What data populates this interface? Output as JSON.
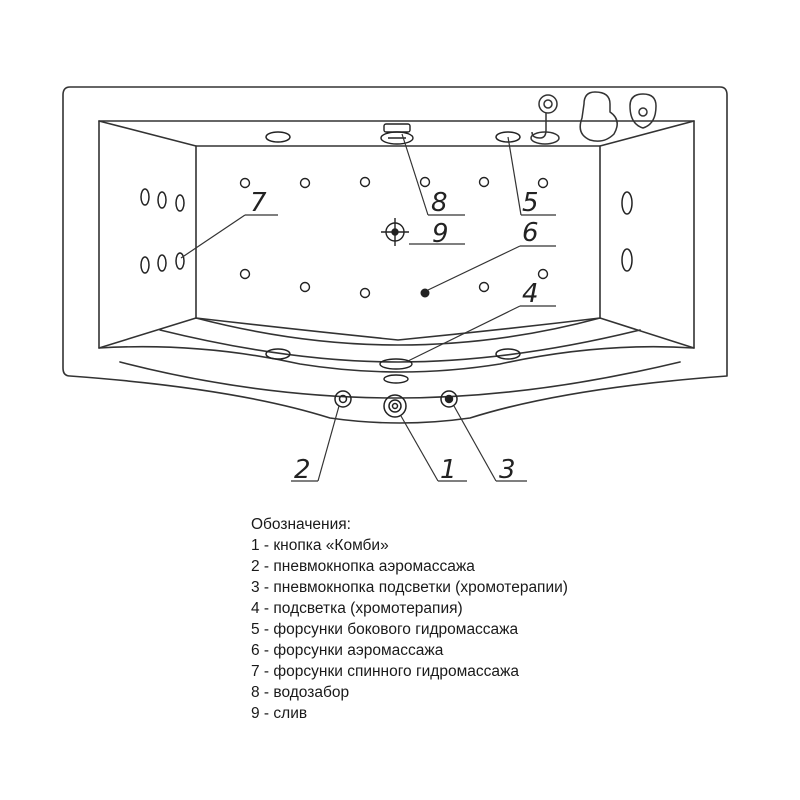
{
  "diagram": {
    "callouts": {
      "c1": "1",
      "c2": "2",
      "c3": "3",
      "c4": "4",
      "c5": "5",
      "c6": "6",
      "c7": "7",
      "c8": "8",
      "c9": "9"
    }
  },
  "legend": {
    "heading": "Обозначения:",
    "items": [
      "1 - кнопка «Комби»",
      "2 - пневмокнопка аэромассажа",
      "3 - пневмокнопка подсветки (хромотерапии)",
      "4 - подсветка (хромотерапия)",
      "5 - форсунки бокового гидромассажа",
      "6 - форсунки аэромассажа",
      "7 - форсунки спинного гидромассажа",
      "8 - водозабор",
      "9 - слив"
    ]
  },
  "colors": {
    "line": "#333333",
    "background": "#ffffff"
  }
}
